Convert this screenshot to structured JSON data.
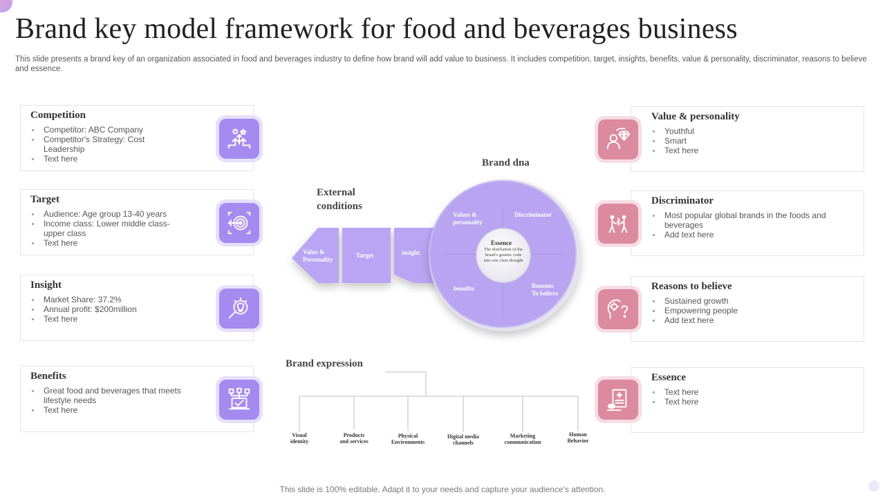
{
  "title": "Brand key model framework for food and beverages business",
  "subtitle": "This slide presents a brand key of an organization associated in food and beverages industry to define how brand will add value to business. It includes competition, target, insights, benefits, value & personality, discriminator, reasons to believe and essence.",
  "footer": "This slide is 100% editable. Adapt it to your needs and capture your audience's attention.",
  "colors": {
    "violet": "#a58af0",
    "violet_light": "#e7e0fb",
    "pink": "#db8a9f",
    "pink_light": "#f6dde4"
  },
  "left_cards": [
    {
      "title": "Competition",
      "icon": "competition-arrows-icon",
      "items": [
        "Competitor: ABC Company",
        "Competitor's Strategy: Cost Leadership",
        "Text here"
      ]
    },
    {
      "title": "Target",
      "icon": "target-bullseye-icon",
      "items": [
        "Audience: Age group 13-40 years",
        "Income class: Lower middle class-upper class",
        "Text here"
      ]
    },
    {
      "title": "Insight",
      "icon": "magnifier-lightbulb-icon",
      "items": [
        "Market Share: 37.2%",
        "Annual profit: $200million",
        "Text here"
      ]
    },
    {
      "title": "Benefits",
      "icon": "laptop-checkmark-icon",
      "items": [
        "Great food and beverages that meets lifestyle needs",
        "Text here"
      ]
    }
  ],
  "right_cards": [
    {
      "title": "Value & personality",
      "icon": "person-diamond-icon",
      "items": [
        "Youthful",
        "Smart",
        "Text here"
      ]
    },
    {
      "title": "Discriminator",
      "icon": "people-conflict-icon",
      "items": [
        "Most popular global brands in the foods and beverages",
        "Add text here"
      ]
    },
    {
      "title": "Reasons to believe",
      "icon": "head-question-icon",
      "items": [
        "Sustained growth",
        "Empowering people",
        "Add text here"
      ]
    },
    {
      "title": "Essence",
      "icon": "medical-clipboard-icon",
      "items": [
        "Text here",
        "Text here"
      ]
    }
  ],
  "diagram": {
    "brand_dna_label": "Brand dna",
    "external_label": "External\nconditions",
    "arrow_segments": [
      "Value &\nPersonality",
      "Target",
      "insight"
    ],
    "circle_quadrants": [
      "Values &\npersonality",
      "Discriminator",
      "benefits",
      "Reasons\nTo believe"
    ],
    "essence_title": "Essence",
    "essence_desc": "The distillation of the brand's genetic code into one clear thought",
    "brand_expression_label": "Brand expression",
    "expression_items": [
      "Visual\nidentity",
      "Products\nand services",
      "Physical\nEnvironments",
      "Digital media\nchannels",
      "Marketing\ncommunication",
      "Human\nBehavior"
    ]
  }
}
